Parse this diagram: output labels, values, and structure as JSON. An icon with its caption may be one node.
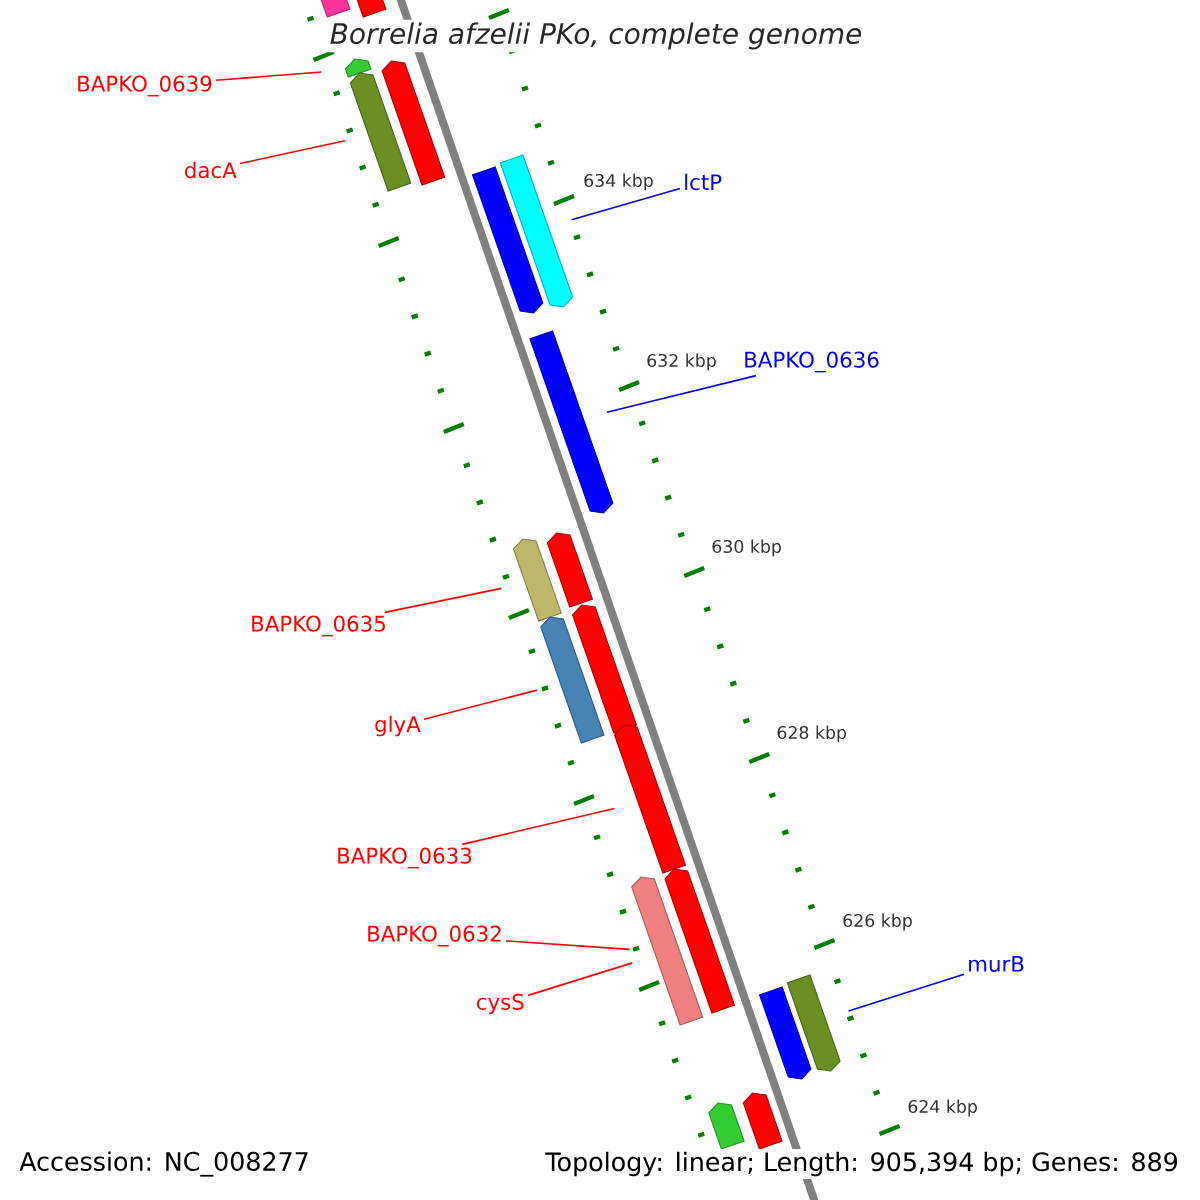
{
  "diagram": {
    "title": "Borrelia afzelii PKo, complete genome",
    "nodes": [
      {
        "text": [],
        "shape": "bar"
      },
      {
        "text": [],
        "shape": "bar"
      },
      {
        "text": [],
        "shape": "bar"
      },
      {
        "text": [],
        "shape": "bar"
      },
      {
        "text": [],
        "shape": "bar"
      },
      {
        "text": [],
        "shape": "bar"
      },
      {
        "text": [],
        "shape": "bar"
      },
      {
        "text": [],
        "shape": "bar"
      },
      {
        "text": [],
        "shape": "bar"
      },
      {
        "text": [],
        "shape": "bar"
      },
      {
        "text": [],
        "shape": "bar"
      },
      {
        "text": [],
        "shape": "bar"
      },
      {
        "text": [],
        "shape": "bar"
      },
      {
        "text": [],
        "shape": "bar"
      },
      {
        "text": [],
        "shape": "bar"
      },
      {
        "text": [],
        "shape": "bar"
      },
      {
        "text": [],
        "shape": "bar"
      },
      {
        "text": [],
        "shape": "bar"
      },
      {
        "text": [],
        "shape": "bar"
      },
      {
        "text": [
          "BAPKO_0639"
        ]
      },
      {
        "text": [
          "dacA"
        ]
      },
      {
        "text": [
          "lctP"
        ]
      },
      {
        "text": [
          "BAPKO_0636"
        ]
      },
      {
        "text": [
          "BAPKO_0635"
        ]
      },
      {
        "text": [
          "glyA"
        ]
      },
      {
        "text": [
          "BAPKO_0633"
        ]
      },
      {
        "text": [
          "BAPKO_0632"
        ]
      },
      {
        "text": [
          "cysS"
        ]
      },
      {
        "text": [
          "murB"
        ]
      }
    ],
    "edges": [
      {
        "from": 19,
        "to": 2,
        "arrow": "none"
      },
      {
        "from": 20,
        "to": 4,
        "arrow": "none"
      },
      {
        "from": 21,
        "to": 6,
        "arrow": "none",
        "color": "#0000ff"
      },
      {
        "from": 22,
        "to": 7,
        "arrow": "none",
        "color": "#0000ff"
      },
      {
        "from": 23,
        "to": 9,
        "arrow": "none"
      },
      {
        "from": 24,
        "to": 11,
        "arrow": "none"
      },
      {
        "from": 25,
        "to": 12,
        "arrow": "none"
      },
      {
        "from": 26,
        "to": 14,
        "arrow": "none"
      },
      {
        "from": 27,
        "to": 14,
        "arrow": "none"
      },
      {
        "from": 28,
        "to": 16,
        "arrow": "none",
        "color": "#0000ff"
      }
    ],
    "labels": [
      "634 kbp",
      "632 kbp",
      "630 kbp",
      "628 kbp",
      "626 kbp",
      "624 kbp",
      "Accession: NC_008277",
      "Topology: linear; Length: 905,394 bp; Genes: 889"
    ]
  }
}
